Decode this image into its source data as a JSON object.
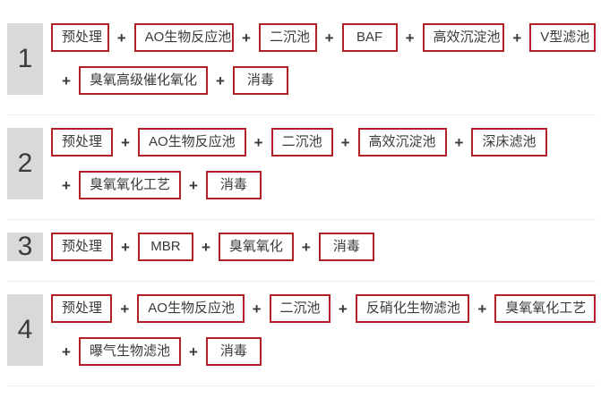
{
  "plus_sign": "+",
  "colors": {
    "accent": "#b21f24",
    "tab_bg": "#d9d9d9",
    "text": "#3a3a3a",
    "separator": "#ededed"
  },
  "rows": [
    {
      "number": "1",
      "lines": [
        {
          "leading_plus": false,
          "boxes": [
            "预处理",
            "AO生物反应池",
            "二沉池",
            "BAF",
            "高效沉淀池",
            "V型滤池"
          ]
        },
        {
          "leading_plus": true,
          "boxes": [
            "臭氧高级催化氧化",
            "消毒"
          ]
        }
      ]
    },
    {
      "number": "2",
      "lines": [
        {
          "leading_plus": false,
          "boxes": [
            "预处理",
            "AO生物反应池",
            "二沉池",
            "高效沉淀池",
            "深床滤池"
          ]
        },
        {
          "leading_plus": true,
          "boxes": [
            "臭氧氧化工艺",
            "消毒"
          ]
        }
      ]
    },
    {
      "number": "3",
      "lines": [
        {
          "leading_plus": false,
          "boxes": [
            "预处理",
            "MBR",
            "臭氧氧化",
            "消毒"
          ]
        }
      ]
    },
    {
      "number": "4",
      "lines": [
        {
          "leading_plus": false,
          "boxes": [
            "预处理",
            "AO生物反应池",
            "二沉池",
            "反硝化生物滤池",
            "臭氧氧化工艺"
          ]
        },
        {
          "leading_plus": true,
          "boxes": [
            "曝气生物滤池",
            "消毒"
          ]
        }
      ]
    }
  ]
}
